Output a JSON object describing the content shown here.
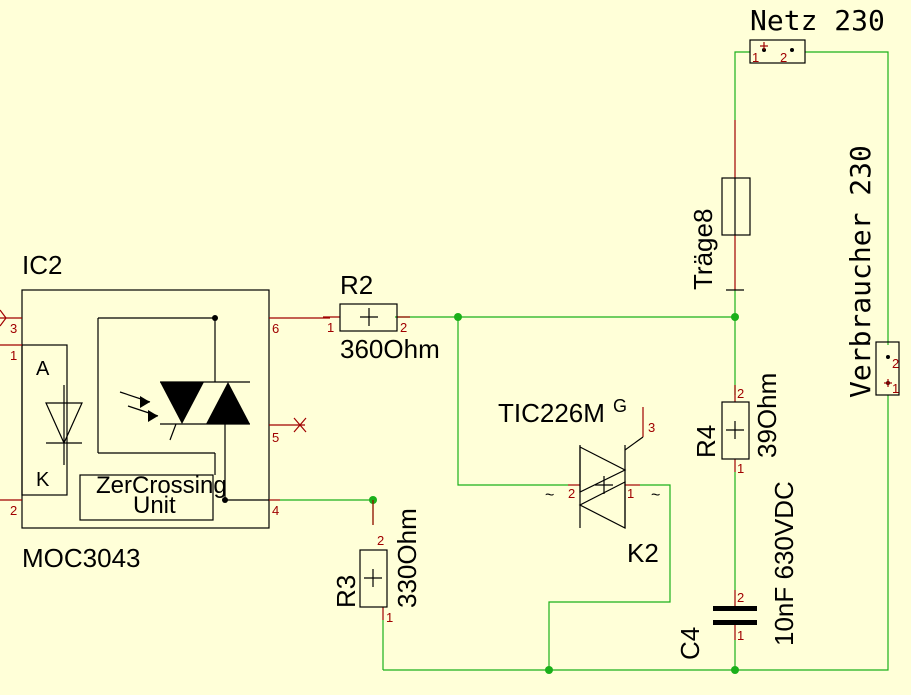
{
  "components": {
    "ic2": {
      "ref": "IC2",
      "value": "MOC3043",
      "pin1": "1",
      "pin2": "2",
      "pin3": "3",
      "pin4": "4",
      "pin5": "5",
      "pin6": "6",
      "anode": "A",
      "cathode": "K",
      "zc_line1": "ZerCrossing",
      "zc_line2": "Unit"
    },
    "r2": {
      "ref": "R2",
      "value": "360Ohm",
      "pin1": "1",
      "pin2": "2"
    },
    "r3": {
      "ref": "R3",
      "value": "330Ohm",
      "pin1": "1",
      "pin2": "2"
    },
    "r4": {
      "ref": "R4",
      "value": "39Ohm",
      "pin1": "1",
      "pin2": "2"
    },
    "c4": {
      "ref": "C4",
      "value": "10nF 630VDC",
      "pin1": "1",
      "pin2": "2"
    },
    "k2": {
      "ref": "K2",
      "value": "TIC226M",
      "gate": "G",
      "pin1": "1",
      "pin2": "2",
      "pin3": "3",
      "tilde": "~"
    },
    "fuse": {
      "value": "Träge8"
    },
    "netz": {
      "label": "Netz 230",
      "pin1": "1",
      "pin2": "2"
    },
    "verbraucher": {
      "label": "Verbraucher 230",
      "pin1": "1",
      "pin2": "2"
    }
  },
  "colors": {
    "background": "#ffffd8",
    "wire": "#1ab01a",
    "body": "#000000",
    "pin": "#a00000"
  }
}
